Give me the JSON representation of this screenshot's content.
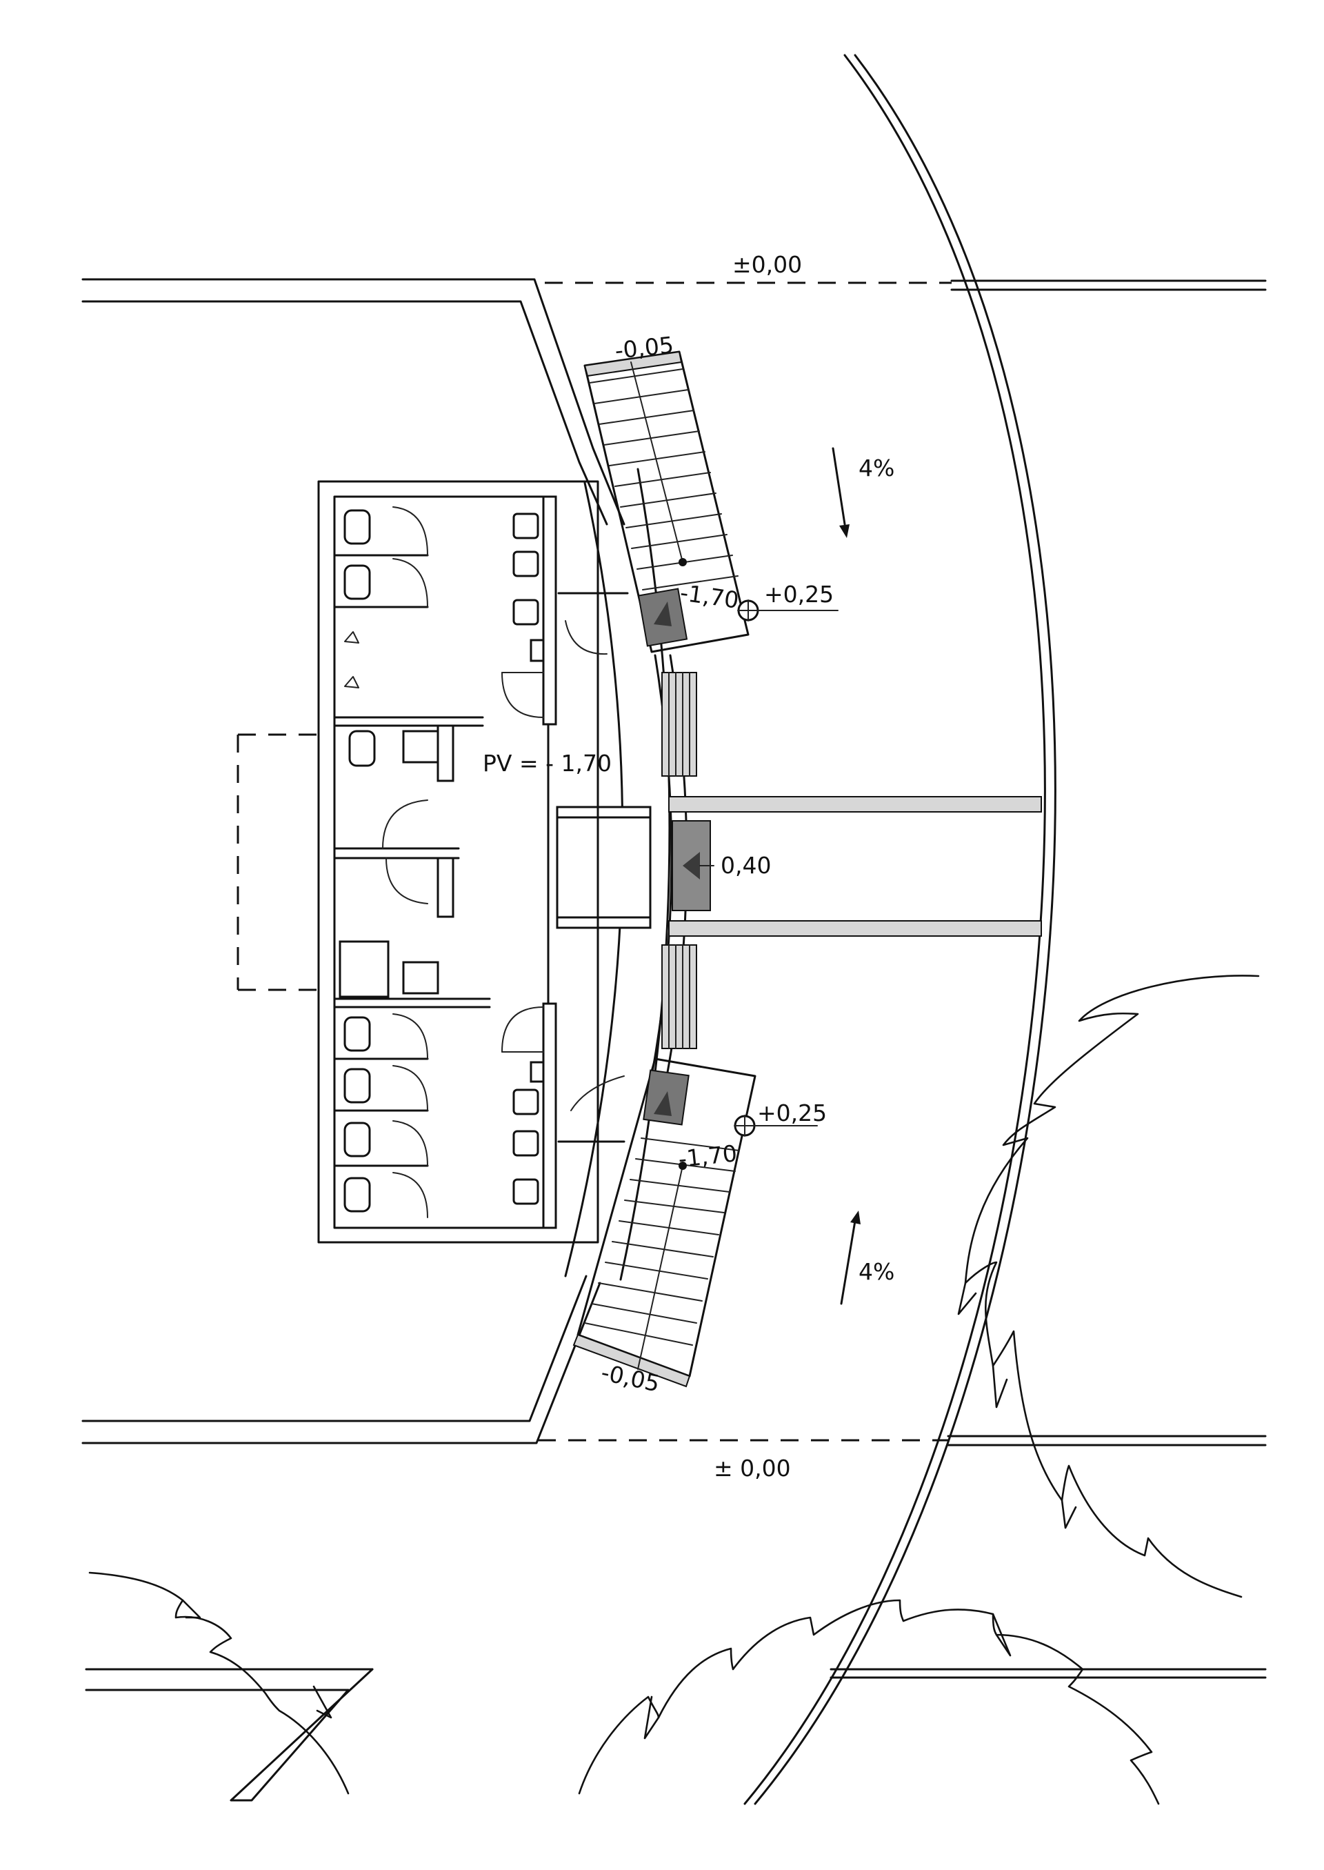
{
  "labels": {
    "level_top": "±0,00",
    "level_bottom": "± 0,00",
    "stair_top_landing": "-0,05",
    "stair_bottom_landing": "-0,05",
    "stair_top_base": "-1,70",
    "stair_bottom_base": "-1,70",
    "exterior_top": "+0,25",
    "exterior_bottom": "+0,25",
    "floor_level": "PV = - 1,70",
    "ramp_level": "0,40",
    "slope_top": "4%",
    "slope_bottom": "4%"
  }
}
